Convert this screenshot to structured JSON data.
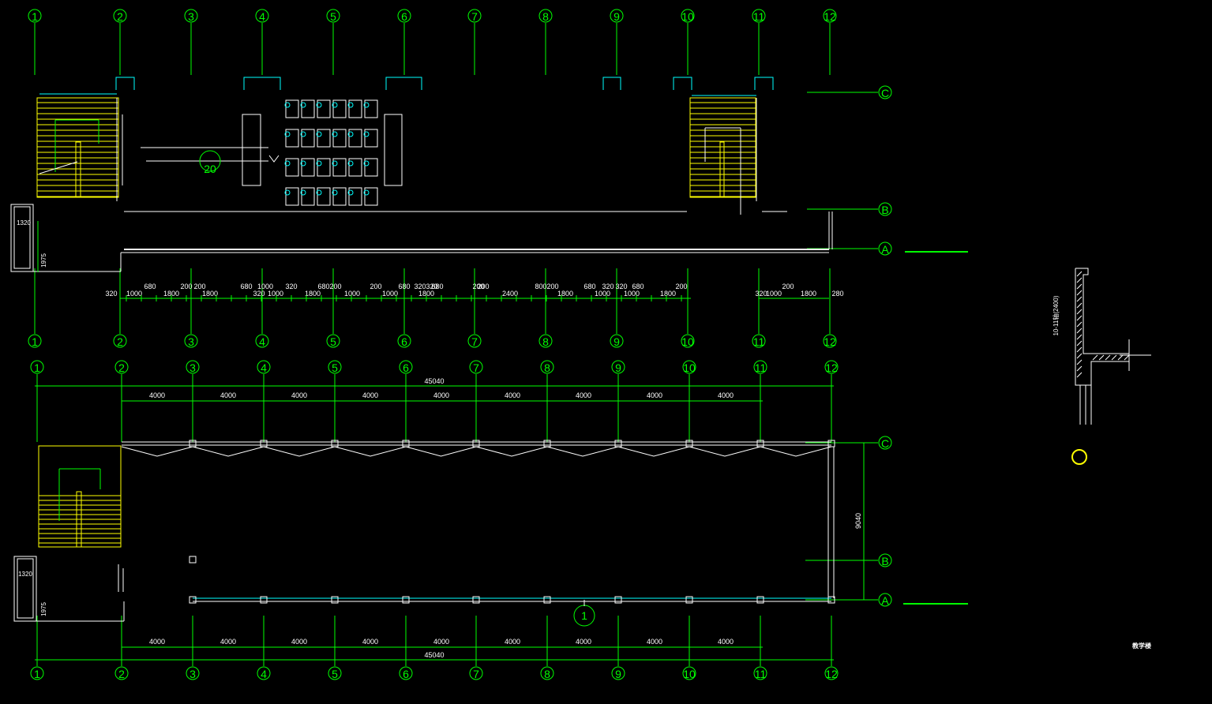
{
  "colors": {
    "background": "#000000",
    "grid": "#00ff00",
    "wall": "#ffffff",
    "stair": "#ffff00",
    "glass": "#00ffff"
  },
  "grid_labels": {
    "numbers": [
      "1",
      "2",
      "3",
      "4",
      "5",
      "6",
      "7",
      "8",
      "9",
      "10",
      "11",
      "12"
    ],
    "rows": [
      "C",
      "B",
      "A"
    ]
  },
  "upper_plan": {
    "dims_lower_row": [
      "320",
      "1000",
      "1800",
      "1800",
      "320",
      "1000",
      "1800",
      "1000",
      "1000",
      "1800",
      "2400",
      "1800",
      "1000",
      "1000",
      "1800",
      "320",
      "1000",
      "1800",
      "280"
    ],
    "dims_upper_row": [
      "680",
      "200",
      "200",
      "680",
      "1000",
      "320",
      "680",
      "200",
      "200",
      "680",
      "320",
      "320",
      "680",
      "200",
      "200",
      "800",
      "200",
      "680",
      "320",
      "320",
      "680",
      "200",
      "200"
    ],
    "dims_small": [
      "680",
      "680",
      "680",
      "680",
      "680",
      "680",
      "680"
    ],
    "left_dims": [
      "1320",
      "1975"
    ],
    "section_mark": "20"
  },
  "lower_plan": {
    "overall": "45040",
    "bay": "4000",
    "depth": "9040",
    "left_dims": [
      "1320",
      "1975"
    ],
    "section_mark": "1"
  },
  "detail": {
    "note": "10-11轴(2400)",
    "caption": "教学楼"
  }
}
